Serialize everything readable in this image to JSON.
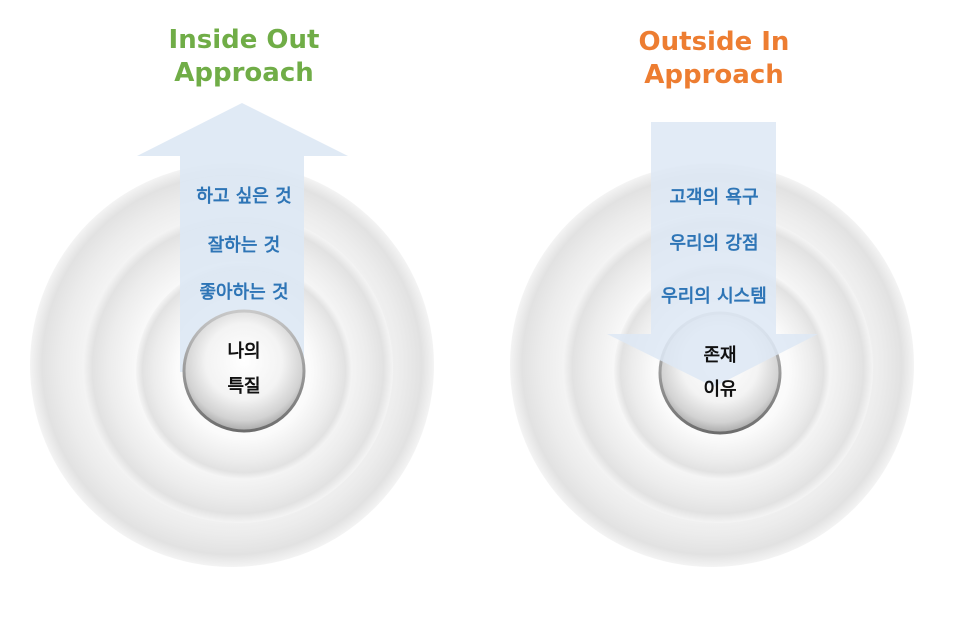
{
  "left": {
    "title_line1": "Inside Out",
    "title_line2": "Approach",
    "items": [
      "하고 싶은 것",
      "잘하는 것",
      "좋아하는 것"
    ],
    "core_line1": "나의",
    "core_line2": "특질",
    "title_color": "#70ad47",
    "arrow_direction": "up"
  },
  "right": {
    "title_line1": "Outside In",
    "title_line2": "Approach",
    "items": [
      "고객의 욕구",
      "우리의 강점",
      "우리의 시스템"
    ],
    "core_line1": "존재",
    "core_line2": "이유",
    "title_color": "#ed7d31",
    "arrow_direction": "down"
  },
  "colors": {
    "item_text": "#2e75b6",
    "arrow_fill": "#dde8f4",
    "core_text": "#111111"
  }
}
